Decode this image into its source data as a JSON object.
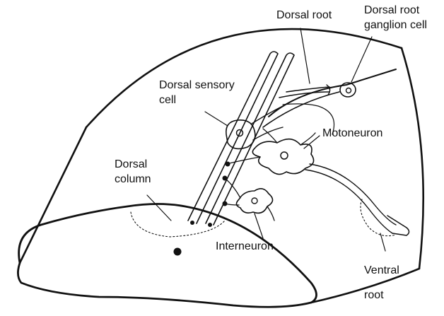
{
  "labels": {
    "dorsal_root": "Dorsal root",
    "dorsal_root_ganglion_line1": "Dorsal root",
    "dorsal_root_ganglion_line2": "ganglion cell",
    "dorsal_sensory_line1": "Dorsal sensory",
    "dorsal_sensory_line2": "cell",
    "motoneuron": "Motoneuron",
    "dorsal_column_line1": "Dorsal",
    "dorsal_column_line2": "column",
    "interneuron": "Interneuron",
    "ventral_root_line1": "Ventral",
    "ventral_root_line2": "root"
  },
  "colors": {
    "ink": "#111111",
    "background": "#ffffff"
  }
}
